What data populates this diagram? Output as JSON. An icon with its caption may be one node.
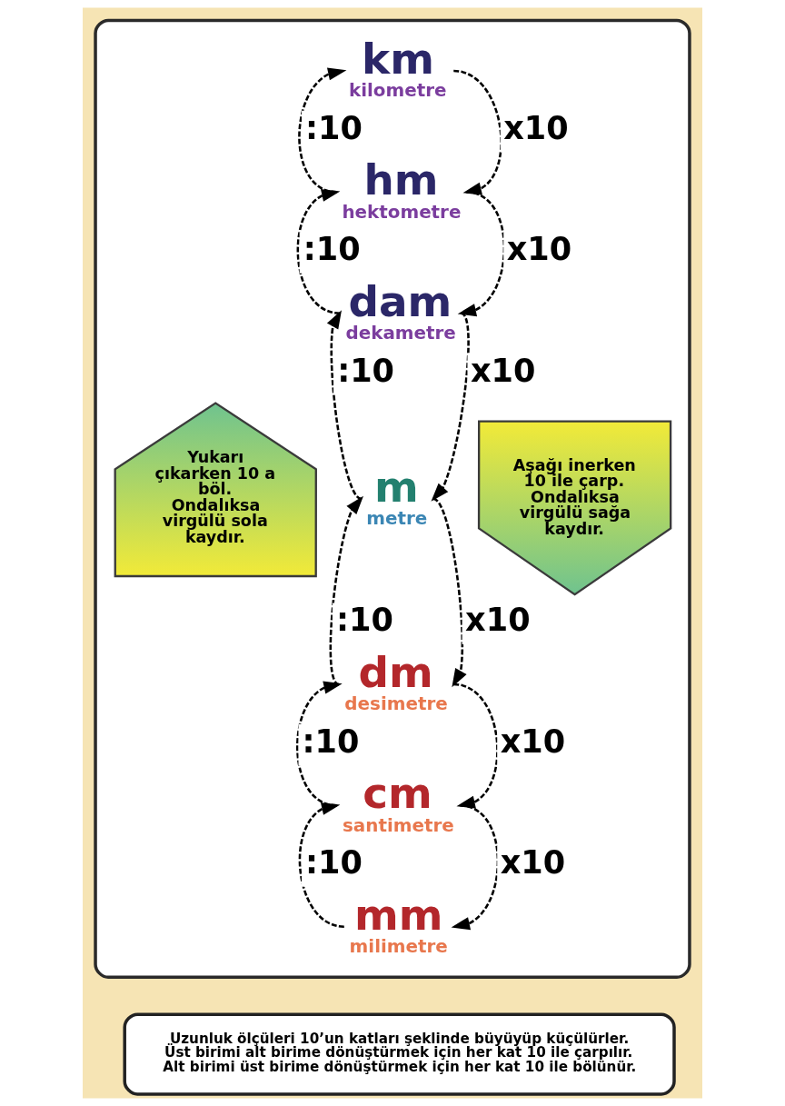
{
  "diagram": {
    "nodes": [
      {
        "text": [],
        "shape": "box"
      },
      {
        "text": [
          "Yukarı çıkarken 10 a böl. Ondalıksa virgülü sola kaydır."
        ],
        "in": 0
      },
      {
        "text": [
          "km",
          "kilometre"
        ],
        "in": 0
      },
      {
        "text": [
          "hm",
          "hektometre"
        ],
        "in": 0
      },
      {
        "text": [
          "dam",
          "dekametre"
        ],
        "in": 0
      },
      {
        "text": [
          "m",
          "metre"
        ],
        "in": 0
      },
      {
        "text": [
          "dm",
          "desimetre"
        ],
        "in": 0
      },
      {
        "text": [
          "cm",
          "santimetre"
        ],
        "in": 0
      },
      {
        "text": [
          "mm",
          "milimetre"
        ],
        "in": 0
      },
      {
        "text": [
          "Aşağı inerken 10 ile çarp. Ondalıksa virgülü sağa kaydır."
        ],
        "in": 0
      },
      {
        "text": [
          "Uzunluk ölçüleri 10’un katları şeklinde büyüyüp küçülürler.",
          "Üst birimi alt birime dönüştürmek için her kat 10 ile çarpılır.",
          "Alt birimi üst birime dönüştürmek için her kat 10 ile bölünür."
        ]
      }
    ],
    "edges": [
      {
        "from": 3,
        "to": 2,
        "arrow": "to",
        "label": ":10",
        "style": "dashed"
      },
      {
        "from": 2,
        "to": 3,
        "arrow": "to",
        "label": "x10",
        "style": "dashed"
      },
      {
        "from": 4,
        "to": 3,
        "arrow": "to",
        "label": ":10",
        "style": "dashed"
      },
      {
        "from": 3,
        "to": 4,
        "arrow": "to",
        "label": "x10",
        "style": "dashed"
      },
      {
        "from": 5,
        "to": 4,
        "arrow": "to",
        "label": ":10",
        "style": "dashed"
      },
      {
        "from": 4,
        "to": 5,
        "arrow": "to",
        "label": "x10",
        "style": "dashed"
      },
      {
        "from": 6,
        "to": 5,
        "arrow": "to",
        "label": ":10",
        "style": "dashed"
      },
      {
        "from": 5,
        "to": 6,
        "arrow": "to",
        "label": "x10",
        "style": "dashed"
      },
      {
        "from": 7,
        "to": 6,
        "arrow": "to",
        "label": ":10",
        "style": "dashed"
      },
      {
        "from": 6,
        "to": 7,
        "arrow": "to",
        "label": "x10",
        "style": "dashed"
      },
      {
        "from": 8,
        "to": 7,
        "arrow": "to",
        "label": ":10",
        "style": "dashed"
      },
      {
        "from": 7,
        "to": 8,
        "arrow": "to",
        "label": "x10",
        "style": "dashed"
      }
    ]
  }
}
